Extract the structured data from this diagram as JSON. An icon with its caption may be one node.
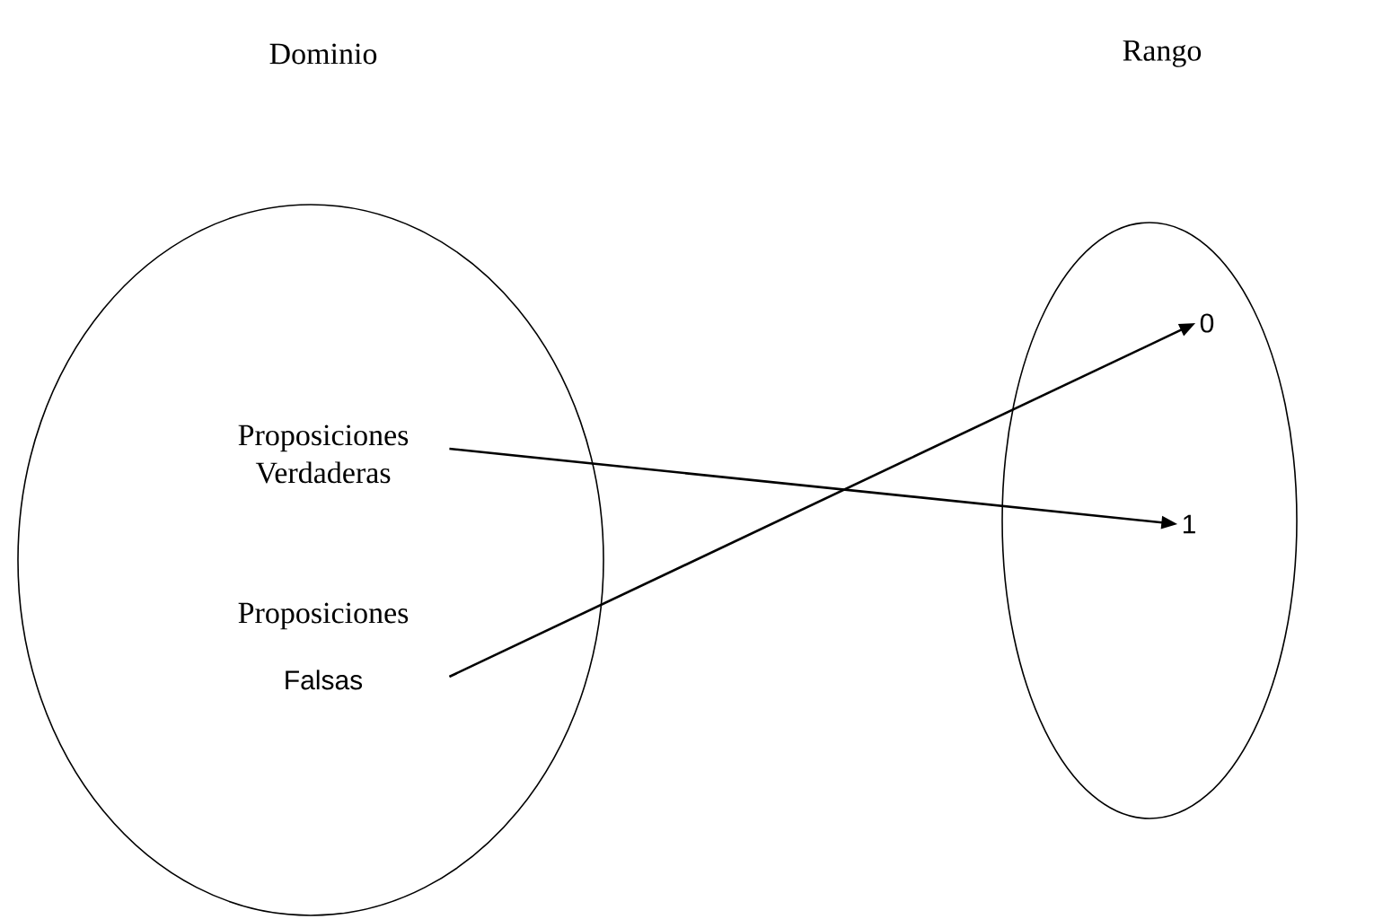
{
  "diagram": {
    "nodes": [
      {
        "text": [
          "Dominio"
        ]
      },
      {
        "text": [
          "Rango"
        ]
      },
      {
        "text": [],
        "shape": "ellipse"
      },
      {
        "text": [],
        "shape": "ellipse"
      },
      {
        "text": [
          "Proposiciones Verdaderas"
        ],
        "in": 2
      },
      {
        "text": [
          "Proposiciones",
          "Falsas"
        ],
        "in": 2
      },
      {
        "text": [
          "0"
        ],
        "in": 3
      },
      {
        "text": [
          "1"
        ],
        "in": 3
      }
    ],
    "edges": [
      {
        "from": 4,
        "to": 7,
        "arrow": "to"
      },
      {
        "from": 5,
        "to": 6,
        "arrow": "to"
      }
    ]
  }
}
